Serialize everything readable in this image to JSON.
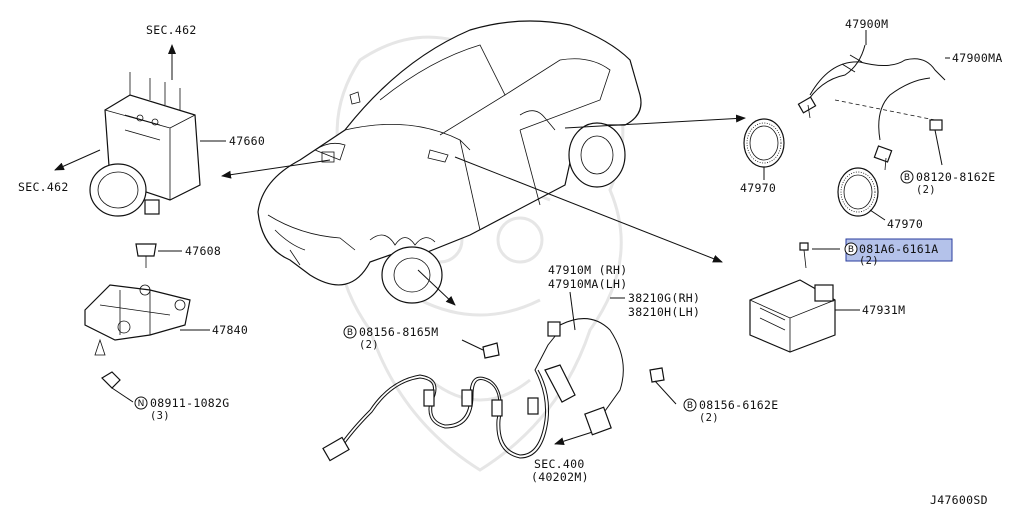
{
  "diagram_id": "J47600SD",
  "sections": {
    "sec462_top": "SEC.462",
    "sec462_left": "SEC.462",
    "sec400": "SEC.400",
    "sec400_sub": "(40202M)"
  },
  "parts": {
    "p47660": "47660",
    "p47608": "47608",
    "p47840": "47840",
    "p47900m": "47900M",
    "p47900ma": "47900MA",
    "p47970a": "47970",
    "p47970b": "47970",
    "p47931m": "47931M",
    "p47910m": "47910M (RH)",
    "p47910ma": "47910MA(LH)",
    "p38210g": "38210G(RH)",
    "p38210h": "38210H(LH)"
  },
  "fasteners": {
    "f1": {
      "prefix": "N",
      "number": "08911-1082G",
      "qty": "(3)"
    },
    "f2": {
      "prefix": "B",
      "number": "08156-8165M",
      "qty": "(2)"
    },
    "f3": {
      "prefix": "B",
      "number": "08156-6162E",
      "qty": "(2)"
    },
    "f4": {
      "prefix": "B",
      "number": "08120-8162E",
      "qty": "(2)"
    },
    "f5": {
      "prefix": "B",
      "number": "081A6-6161A",
      "qty": "(2)",
      "highlighted": true
    }
  },
  "colors": {
    "line": "#111111",
    "highlight_fill": "#b4c2ea",
    "highlight_border": "#2a3c9e",
    "watermark": "#e6e6e6"
  }
}
